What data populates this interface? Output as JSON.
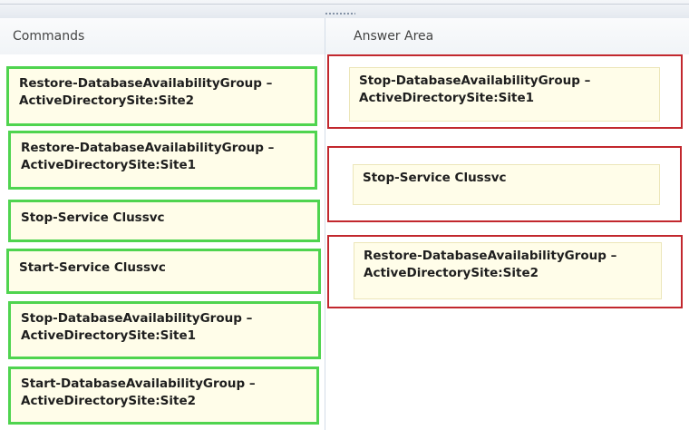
{
  "headers": {
    "commands": "Commands",
    "answer_area": "Answer Area"
  },
  "commands": [
    {
      "line1": "Restore-DatabaseAvailabilityGroup –",
      "line2": "ActiveDirectorySite:Site2"
    },
    {
      "line1": "Restore-DatabaseAvailabilityGroup –",
      "line2": "ActiveDirectorySite:Site1"
    },
    {
      "line1": "Stop-Service Clussvc",
      "line2": ""
    },
    {
      "line1": "Start-Service Clussvc",
      "line2": ""
    },
    {
      "line1": "Stop-DatabaseAvailabilityGroup –",
      "line2": "ActiveDirectorySite:Site1"
    },
    {
      "line1": "Start-DatabaseAvailabilityGroup –",
      "line2": "ActiveDirectorySite:Site2"
    }
  ],
  "answers": [
    {
      "line1": "Stop-DatabaseAvailabilityGroup –",
      "line2": "ActiveDirectorySite:Site1"
    },
    {
      "line1": "Stop-Service Clussvc",
      "line2": ""
    },
    {
      "line1": "Restore-DatabaseAvailabilityGroup –",
      "line2": "ActiveDirectorySite:Site2"
    }
  ],
  "colors": {
    "command_border": "#4fd44f",
    "slot_border": "#c2282e",
    "card_background": "#fffde9"
  }
}
